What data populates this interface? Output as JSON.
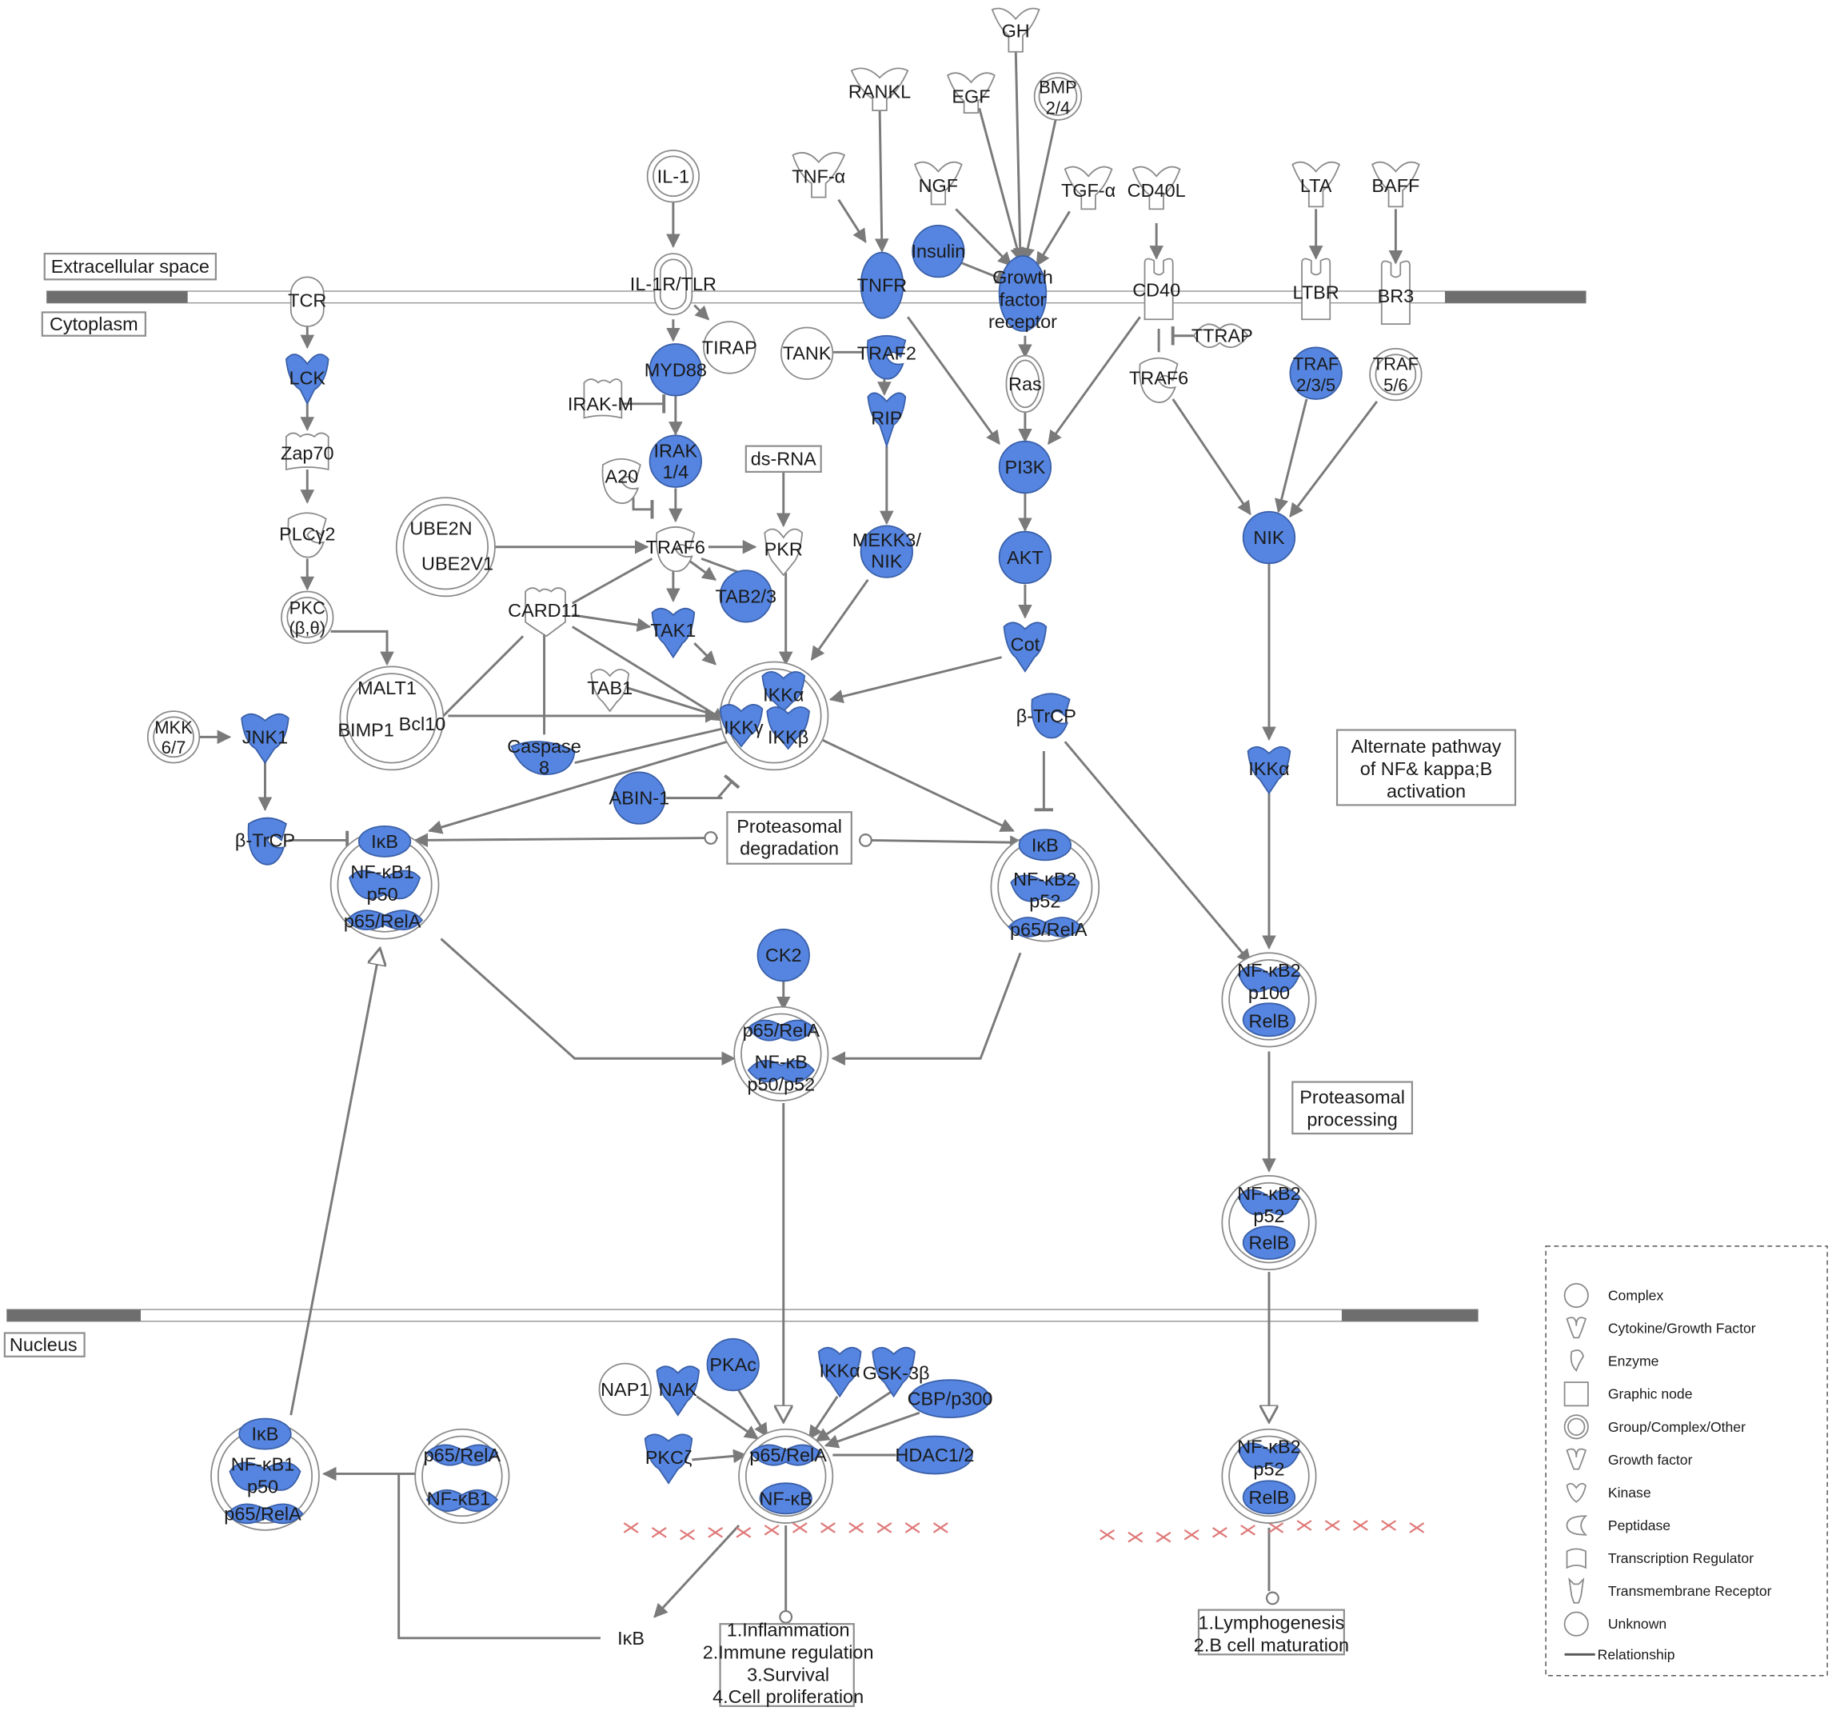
{
  "compartments": {
    "extracellular": "Extracellular space",
    "cytoplasm": "Cytoplasm",
    "nucleus": "Nucleus"
  },
  "colors": {
    "molecule_fill": "#5585e0",
    "molecule_stroke": "#3a5fa8",
    "edge": "#7a7a7a",
    "membrane": "#6e6e6e",
    "dna_cross": "#e07878"
  },
  "nodes": {
    "gh": "GH",
    "rankl": "RANKL",
    "egf": "EGF",
    "bmp": "BMP 2/4",
    "il1": "IL-1",
    "tnfa": "TNF-α",
    "ngf": "NGF",
    "tgfa": "TGF-α",
    "cd40l": "CD40L",
    "lta": "LTA",
    "baff": "BAFF",
    "insulin": "Insulin",
    "tcr": "TCR",
    "il1r": "IL-1R/TLR",
    "tnfr": "TNFR",
    "gfr": "Growth factor receptor",
    "cd40": "CD40",
    "ltbr": "LTBR",
    "br3": "BR3",
    "tirap": "TIRAP",
    "tank": "TANK",
    "traf2": "TRAF2",
    "ttrap": "TTRAP",
    "traf6_top": "TRAF6",
    "traf235": "TRAF 2/3/5",
    "traf56": "TRAF 5/6",
    "lck": "LCK",
    "myd88": "MYD88",
    "irakm": "IRAK-M",
    "ras": "Ras",
    "rip": "RIP",
    "irak14": "IRAK 1/4",
    "dsrna": "ds-RNA",
    "zap70": "Zap70",
    "a20": "A20",
    "pi3k": "PI3K",
    "ube2n": "UBE2N",
    "ube2v1": "UBE2V1",
    "plcg2": "PLCγ2",
    "traf6": "TRAF6",
    "pkr": "PKR",
    "mekk3": "MEKK3/ NIK",
    "nik": "NIK",
    "akt": "AKT",
    "tab23": "TAB2/3",
    "pkc": "PKC (β,θ)",
    "card11": "CARD11",
    "tak1": "TAK1",
    "cot": "Cot",
    "malt1": "MALT1",
    "bimp1": "BIMP1",
    "bcl10": "Bcl10",
    "tab1": "TAB1",
    "ikka": "IKKα",
    "ikkg": "IKKγ",
    "ikkb": "IKKβ",
    "btrcp_mid": "β-TrCP",
    "mkk67": "MKK 6/7",
    "jnk1": "JNK1",
    "caspase8": "Caspase 8",
    "ikka_alt": "IKKα",
    "alt_pathway": "Alternate pathway of NF& kappa;B activation",
    "abin1": "ABIN-1",
    "btrcp_left": "β-TrCP",
    "prot_degradation": "Proteasomal degradation",
    "ikb": "IκB",
    "nfkb1_p50": "NF-κB1 p50",
    "p65rela": "p65/RelA",
    "nfkb2_p52": "NF-κB2 p52",
    "ck2": "CK2",
    "nfkb2_p100": "NF-κB2 p100",
    "relb": "RelB",
    "nfkb_p50p52": "NF-κB p50/p52",
    "prot_processing": "Proteasomal processing",
    "nfkb1": "NF-κB1",
    "nap1": "NAP1",
    "nak": "NAK",
    "pkac": "PKAc",
    "gsk3b": "GSK-3β",
    "cbp": "CBP/p300",
    "pkcz": "PKCζ",
    "hdac": "HDAC1/2",
    "nfkb": "NF-κB",
    "ikb_gene": "IκB",
    "outcomes_1": [
      "1.Inflammation",
      "2.Immune regulation",
      "3.Survival",
      "4.Cell proliferation"
    ],
    "outcomes_2": [
      "1.Lymphogenesis",
      "2.B cell maturation"
    ]
  },
  "legend": [
    {
      "icon": "complex",
      "label": "Complex"
    },
    {
      "icon": "cytokine",
      "label": "Cytokine/Growth Factor"
    },
    {
      "icon": "enzyme",
      "label": "Enzyme"
    },
    {
      "icon": "graphic-node",
      "label": "Graphic node"
    },
    {
      "icon": "group",
      "label": "Group/Complex/Other"
    },
    {
      "icon": "growth-factor",
      "label": "Growth factor"
    },
    {
      "icon": "kinase",
      "label": "Kinase"
    },
    {
      "icon": "peptidase",
      "label": "Peptidase"
    },
    {
      "icon": "transcription-regulator",
      "label": "Transcription Regulator"
    },
    {
      "icon": "transmembrane-receptor",
      "label": "Transmembrane Receptor"
    },
    {
      "icon": "unknown",
      "label": "Unknown"
    },
    {
      "icon": "relationship",
      "label": "Relationship"
    }
  ]
}
